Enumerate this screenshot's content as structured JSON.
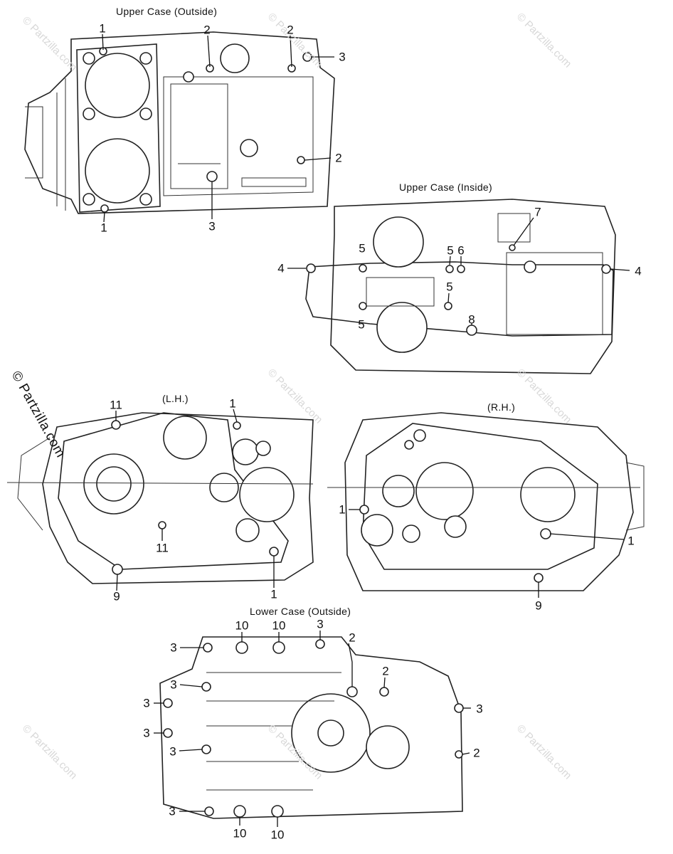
{
  "titles": {
    "upper_outside": "Upper Case (Outside)",
    "upper_inside": "Upper Case (Inside)",
    "lh": "(L.H.)",
    "rh": "(R.H.)",
    "lower_outside": "Lower Case (Outside)"
  },
  "watermark": {
    "main": "© Partzilla.com",
    "repeat": "© Partzilla.com"
  },
  "callouts": {
    "uo": [
      "1",
      "2",
      "2",
      "3",
      "2",
      "1",
      "3"
    ],
    "ui": [
      "7",
      "5",
      "5",
      "6",
      "4",
      "4",
      "5",
      "5",
      "8"
    ],
    "lh": [
      "11",
      "1",
      "11",
      "9",
      "1"
    ],
    "rh": [
      "1",
      "1",
      "9"
    ],
    "lo": [
      "10",
      "10",
      "3",
      "2",
      "3",
      "2",
      "3",
      "3",
      "3",
      "3",
      "3",
      "2",
      "3",
      "10",
      "10"
    ]
  }
}
